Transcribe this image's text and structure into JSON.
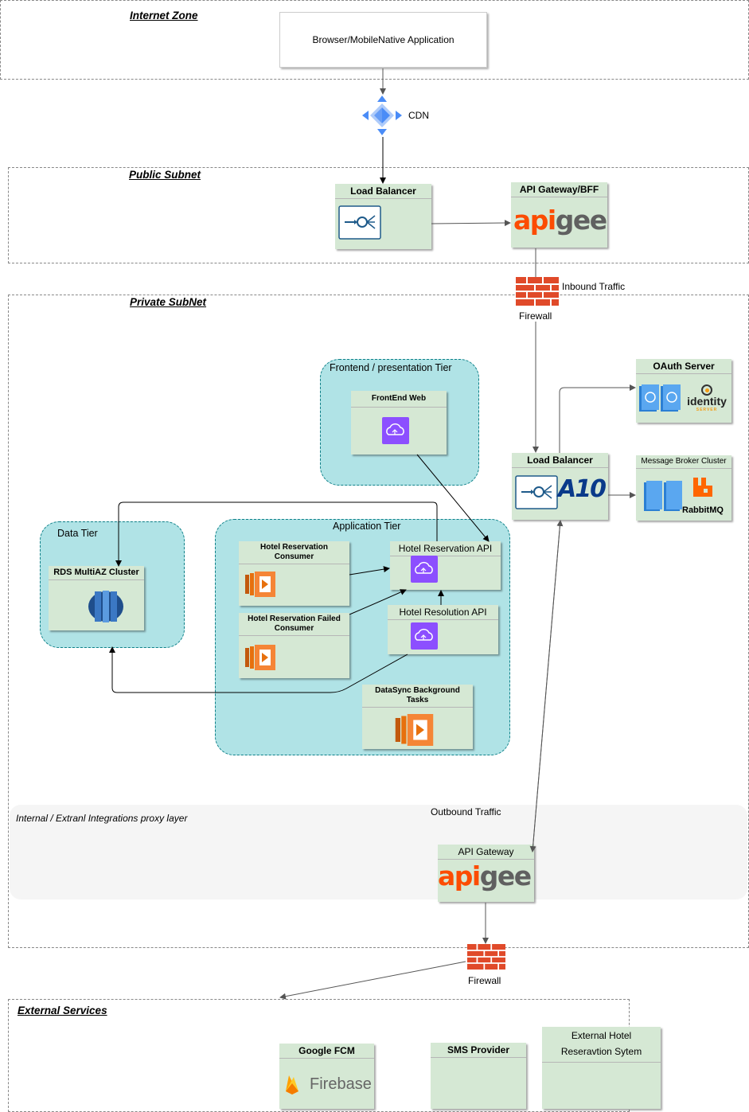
{
  "zones": {
    "internet": "Internet Zone",
    "public": "Public Subnet",
    "private": "Private SubNet",
    "external": "External Services"
  },
  "client": {
    "label": "Browser/MobileNative Application"
  },
  "cdn": {
    "label": "CDN"
  },
  "public_subnet": {
    "load_balancer": "Load Balancer",
    "api_gateway_bff": "API Gateway/BFF"
  },
  "logos": {
    "apigee_prefix": "api",
    "apigee_suffix": "gee",
    "a10": "A10",
    "firebase": "Firebase",
    "identity": "identity",
    "identity_sub": "SERVER"
  },
  "firewall_top": {
    "label": "Firewall",
    "traffic": "Inbound Traffic"
  },
  "private_subnet": {
    "frontend_tier": "Frontend / presentation Tier",
    "frontend_web": "FrontEnd Web",
    "data_tier": "Data Tier",
    "rds": "RDS MultiAZ Cluster",
    "application_tier": "Application Tier",
    "hotel_reservation_consumer": "Hotel Reservation Consumer",
    "hotel_reservation_failed_consumer": "Hotel Reservation Failed Consumer",
    "hotel_reservation_api": "Hotel Reservation API",
    "hotel_resolution_api": "Hotel Resolution API",
    "datasync": "DataSync Background Tasks",
    "load_balancer": "Load Balancer",
    "oauth_server": "OAuth Server",
    "message_broker": "Message Broker Cluster",
    "rabbitmq": "RabbitMQ"
  },
  "proxy_layer": {
    "label": "Internal / Extranl Integrations proxy layer",
    "outbound": "Outbound Traffic",
    "api_gateway": "API Gateway"
  },
  "firewall_bottom": {
    "label": "Firewall"
  },
  "external": {
    "google_fcm": "Google FCM",
    "sms_provider": "SMS Provider",
    "external_hotel": "External Hotel Reseravtion Sytem"
  },
  "colors": {
    "box_fill": "#d5e8d4",
    "tier_fill": "#b0e3e6",
    "firewall": "#e04a2a",
    "aws_compute": "#e7700d",
    "aws_purple": "#8c4fff",
    "rds_blue": "#2e73b8"
  }
}
